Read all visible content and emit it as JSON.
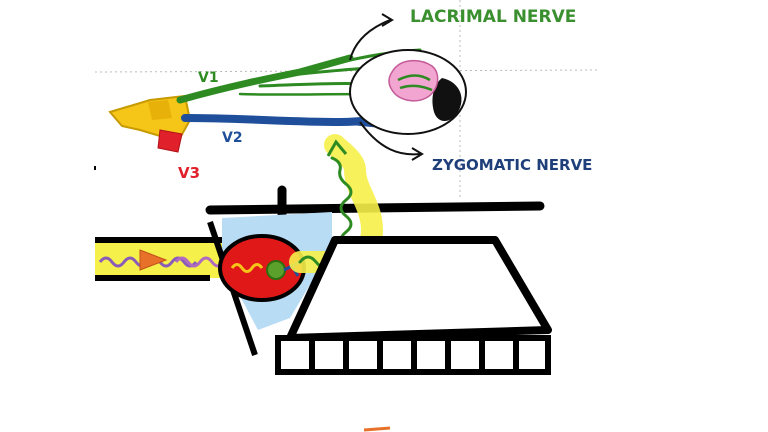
{
  "labels": {
    "lacrimal": "LACRIMAL NERVE",
    "zygomatic": "ZYGOMATIC NERVE",
    "v1": "V1",
    "v2": "V2",
    "v3": "V3"
  },
  "colors": {
    "lacrimal_label": "#3a8f2e",
    "zygomatic_label": "#1f3f7a",
    "v1": "#2e8b22",
    "v2": "#1f4f9a",
    "v3": "#e0202a",
    "ganglion": "#f5c518",
    "highlight": "#f6f04a",
    "fossa": "#b9dcf5",
    "lacrimal_gland": "#f2a5d0",
    "outline": "#000000"
  },
  "icons": {
    "arrow": "arrow-icon",
    "eye": "eye-icon",
    "gland": "lacrimal-gland-icon"
  }
}
